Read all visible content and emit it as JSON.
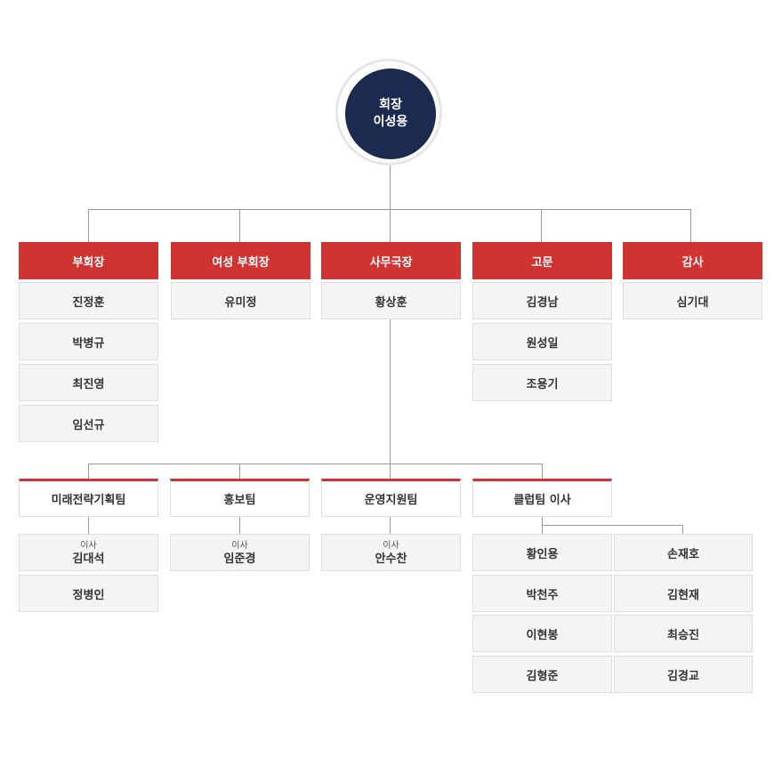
{
  "chairman": {
    "title": "회장",
    "name": "이성용"
  },
  "departments": [
    {
      "head": "부회장",
      "members": [
        "진정훈",
        "박병규",
        "최진영",
        "임선규"
      ]
    },
    {
      "head": "여성 부회장",
      "members": [
        "유미정"
      ]
    },
    {
      "head": "사무국장",
      "members": [
        "황상훈"
      ]
    },
    {
      "head": "고문",
      "members": [
        "김경남",
        "원성일",
        "조용기"
      ]
    },
    {
      "head": "감사",
      "members": [
        "심기대"
      ]
    }
  ],
  "teams": [
    {
      "name": "미래전략기획팀",
      "lead_role": "이사",
      "lead_name": "김대석",
      "members": [
        "정병인"
      ]
    },
    {
      "name": "홍보팀",
      "lead_role": "이사",
      "lead_name": "임준경"
    },
    {
      "name": "운영지원팀",
      "lead_role": "이사",
      "lead_name": "안수찬"
    },
    {
      "name": "클럽팀 이사",
      "members_left": [
        "황인용",
        "박천주",
        "이현봉",
        "김형준"
      ],
      "members_right": [
        "손재호",
        "김현재",
        "최승진",
        "김경교"
      ]
    }
  ],
  "colors": {
    "head_red": "#cf3433",
    "chair_navy": "#1d2a4f",
    "box_bg": "#f4f4f4",
    "connector": "#9a9a9a"
  }
}
